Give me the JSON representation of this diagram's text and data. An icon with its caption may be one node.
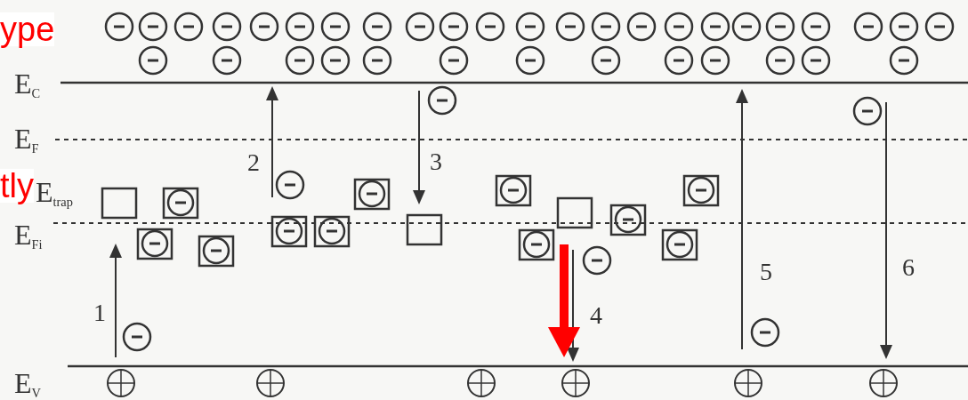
{
  "diagram": {
    "labels": [
      "ype",
      "E$_{C}$",
      "E$_{F}$",
      "2",
      "3",
      "tly",
      "E$_{trap}$",
      "E$_{Fi}$",
      "5",
      "6",
      "1",
      "4",
      "E$_{V}$"
    ]
  }
}
